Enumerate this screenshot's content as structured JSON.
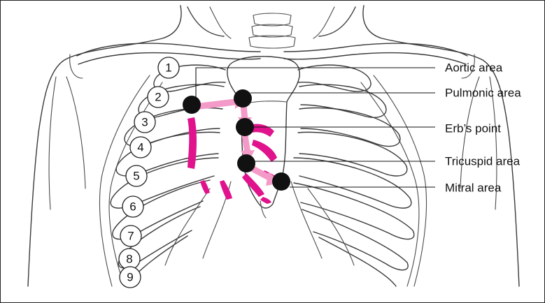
{
  "rib_numbers": [
    "1",
    "2",
    "3",
    "4",
    "5",
    "6",
    "7",
    "8",
    "9"
  ],
  "areas": [
    {
      "label": "Aortic area"
    },
    {
      "label": "Pulmonic area"
    },
    {
      "label": "Erb’s point"
    },
    {
      "label": "Tricuspid area"
    },
    {
      "label": "Mitral area"
    }
  ],
  "colors": {
    "highlight": "#e0128c",
    "arrow": "#f49ac8",
    "dot": "#111111"
  }
}
